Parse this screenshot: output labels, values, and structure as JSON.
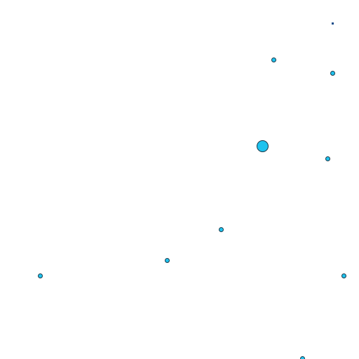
{
  "colors": {
    "background": "#ffffff",
    "dot_fill": "#1ec3ef",
    "dot_stroke": "#1a3a4a",
    "marker": "#1a4e8a"
  },
  "entities": [
    {
      "kind": "dot",
      "size": "small"
    },
    {
      "kind": "dot",
      "size": "small"
    },
    {
      "kind": "dot",
      "size": "large"
    },
    {
      "kind": "dot",
      "size": "small"
    },
    {
      "kind": "dot",
      "size": "small"
    },
    {
      "kind": "dot",
      "size": "small"
    },
    {
      "kind": "dot",
      "size": "small"
    },
    {
      "kind": "dot",
      "size": "small"
    },
    {
      "kind": "dot",
      "size": "small"
    },
    {
      "kind": "marker",
      "size": "tiny"
    }
  ]
}
